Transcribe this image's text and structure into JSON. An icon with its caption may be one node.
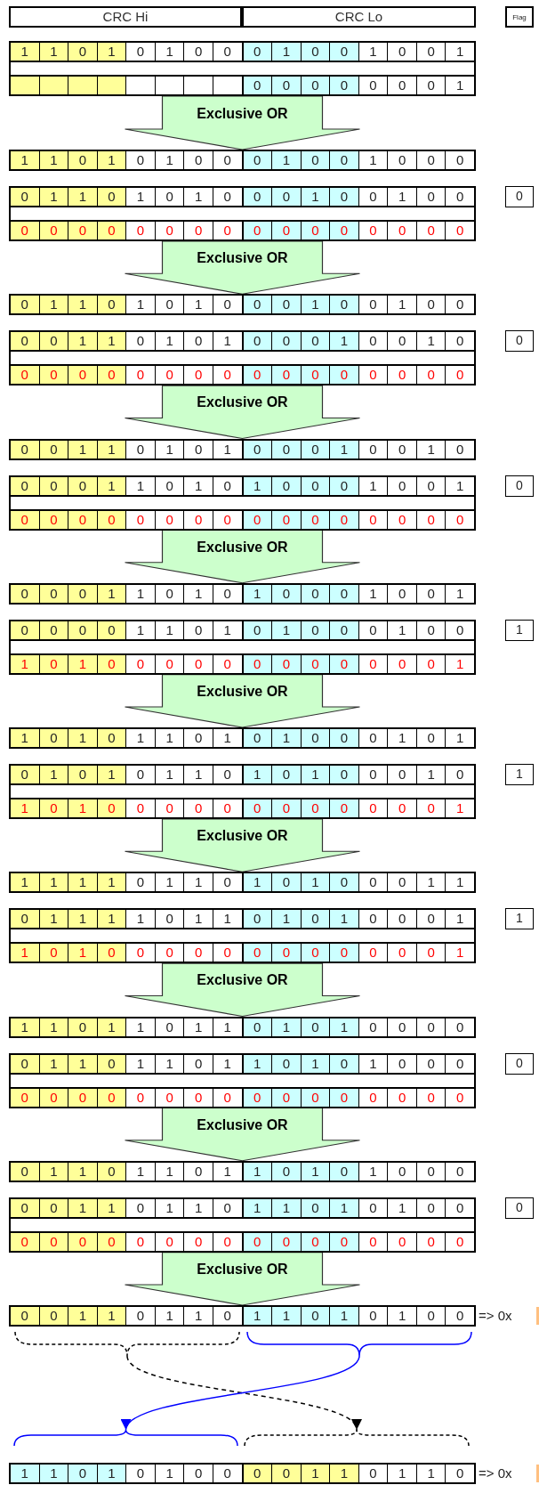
{
  "diagram": {
    "nodes": [
      {
        "text": [
          "CRC Hi"
        ]
      },
      {
        "text": [
          "CRC Lo"
        ]
      },
      {
        "text": [
          "Flag"
        ]
      },
      {
        "text": [
          "1",
          "1",
          "0",
          "1",
          "0",
          "1",
          "0",
          "0",
          "0",
          "1",
          "0",
          "0",
          "1",
          "0",
          "0",
          "1"
        ]
      },
      {
        "text": [
          "0",
          "0",
          "0",
          "0",
          "0",
          "0",
          "0",
          "1"
        ]
      },
      {
        "text": [
          "1",
          "1",
          "0",
          "1",
          "0",
          "1",
          "0",
          "0",
          "0",
          "1",
          "0",
          "0",
          "1",
          "0",
          "0",
          "0"
        ]
      },
      {
        "text": [
          "0",
          "1",
          "1",
          "0",
          "1",
          "0",
          "1",
          "0",
          "0",
          "0",
          "1",
          "0",
          "0",
          "1",
          "0",
          "0"
        ]
      },
      {
        "text": [
          "0"
        ]
      },
      {
        "text": [
          "0",
          "0",
          "0",
          "0",
          "0",
          "0",
          "0",
          "0",
          "0",
          "0",
          "0",
          "0",
          "0",
          "0",
          "0",
          "0"
        ]
      },
      {
        "text": [
          "0",
          "1",
          "1",
          "0",
          "1",
          "0",
          "1",
          "0",
          "0",
          "0",
          "1",
          "0",
          "0",
          "1",
          "0",
          "0"
        ]
      },
      {
        "text": [
          "0",
          "0",
          "1",
          "1",
          "0",
          "1",
          "0",
          "1",
          "0",
          "0",
          "0",
          "1",
          "0",
          "0",
          "1",
          "0"
        ]
      },
      {
        "text": [
          "0"
        ]
      },
      {
        "text": [
          "0",
          "0",
          "0",
          "0",
          "0",
          "0",
          "0",
          "0",
          "0",
          "0",
          "0",
          "0",
          "0",
          "0",
          "0",
          "0"
        ]
      },
      {
        "text": [
          "0",
          "0",
          "1",
          "1",
          "0",
          "1",
          "0",
          "1",
          "0",
          "0",
          "0",
          "1",
          "0",
          "0",
          "1",
          "0"
        ]
      },
      {
        "text": [
          "0",
          "0",
          "0",
          "1",
          "1",
          "0",
          "1",
          "0",
          "1",
          "0",
          "0",
          "0",
          "1",
          "0",
          "0",
          "1"
        ]
      },
      {
        "text": [
          "0"
        ]
      },
      {
        "text": [
          "0",
          "0",
          "0",
          "0",
          "0",
          "0",
          "0",
          "0",
          "0",
          "0",
          "0",
          "0",
          "0",
          "0",
          "0",
          "0"
        ]
      },
      {
        "text": [
          "0",
          "0",
          "0",
          "1",
          "1",
          "0",
          "1",
          "0",
          "1",
          "0",
          "0",
          "0",
          "1",
          "0",
          "0",
          "1"
        ]
      },
      {
        "text": [
          "0",
          "0",
          "0",
          "0",
          "1",
          "1",
          "0",
          "1",
          "0",
          "1",
          "0",
          "0",
          "0",
          "1",
          "0",
          "0"
        ]
      },
      {
        "text": [
          "1"
        ]
      },
      {
        "text": [
          "1",
          "0",
          "1",
          "0",
          "0",
          "0",
          "0",
          "0",
          "0",
          "0",
          "0",
          "0",
          "0",
          "0",
          "0",
          "1"
        ]
      },
      {
        "text": [
          "1",
          "0",
          "1",
          "0",
          "1",
          "1",
          "0",
          "1",
          "0",
          "1",
          "0",
          "0",
          "0",
          "1",
          "0",
          "1"
        ]
      },
      {
        "text": [
          "0",
          "1",
          "0",
          "1",
          "0",
          "1",
          "1",
          "0",
          "1",
          "0",
          "1",
          "0",
          "0",
          "0",
          "1",
          "0"
        ]
      },
      {
        "text": [
          "1"
        ]
      },
      {
        "text": [
          "1",
          "0",
          "1",
          "0",
          "0",
          "0",
          "0",
          "0",
          "0",
          "0",
          "0",
          "0",
          "0",
          "0",
          "0",
          "1"
        ]
      },
      {
        "text": [
          "1",
          "1",
          "1",
          "1",
          "0",
          "1",
          "1",
          "0",
          "1",
          "0",
          "1",
          "0",
          "0",
          "0",
          "1",
          "1"
        ]
      },
      {
        "text": [
          "0",
          "1",
          "1",
          "1",
          "1",
          "0",
          "1",
          "1",
          "0",
          "1",
          "0",
          "1",
          "0",
          "0",
          "0",
          "1"
        ]
      },
      {
        "text": [
          "1"
        ]
      },
      {
        "text": [
          "1",
          "0",
          "1",
          "0",
          "0",
          "0",
          "0",
          "0",
          "0",
          "0",
          "0",
          "0",
          "0",
          "0",
          "0",
          "1"
        ]
      },
      {
        "text": [
          "1",
          "1",
          "0",
          "1",
          "1",
          "0",
          "1",
          "1",
          "0",
          "1",
          "0",
          "1",
          "0",
          "0",
          "0",
          "0"
        ]
      },
      {
        "text": [
          "0",
          "1",
          "1",
          "0",
          "1",
          "1",
          "0",
          "1",
          "1",
          "0",
          "1",
          "0",
          "1",
          "0",
          "0",
          "0"
        ]
      },
      {
        "text": [
          "0"
        ]
      },
      {
        "text": [
          "0",
          "0",
          "0",
          "0",
          "0",
          "0",
          "0",
          "0",
          "0",
          "0",
          "0",
          "0",
          "0",
          "0",
          "0",
          "0"
        ]
      },
      {
        "text": [
          "0",
          "1",
          "1",
          "0",
          "1",
          "1",
          "0",
          "1",
          "1",
          "0",
          "1",
          "0",
          "1",
          "0",
          "0",
          "0"
        ]
      },
      {
        "text": [
          "0",
          "0",
          "1",
          "1",
          "0",
          "1",
          "1",
          "0",
          "1",
          "1",
          "0",
          "1",
          "0",
          "1",
          "0",
          "0"
        ]
      },
      {
        "text": [
          "0"
        ]
      },
      {
        "text": [
          "0",
          "0",
          "0",
          "0",
          "0",
          "0",
          "0",
          "0",
          "0",
          "0",
          "0",
          "0",
          "0",
          "0",
          "0",
          "0"
        ]
      },
      {
        "text": [
          "0",
          "0",
          "1",
          "1",
          "0",
          "1",
          "1",
          "0",
          "1",
          "1",
          "0",
          "1",
          "0",
          "1",
          "0",
          "0"
        ],
        "beside": [
          "=> 0x"
        ]
      },
      {
        "text": [],
        "shape": "brace"
      },
      {
        "text": [],
        "shape": "brace"
      },
      {
        "text": [],
        "shape": "brace"
      },
      {
        "text": [],
        "shape": "brace"
      },
      {
        "text": [
          "1",
          "1",
          "0",
          "1",
          "0",
          "1",
          "0",
          "0",
          "0",
          "0",
          "1",
          "1",
          "0",
          "1",
          "1",
          "0"
        ],
        "beside": [
          "=> 0x"
        ]
      }
    ],
    "edges": [
      {
        "from": 4,
        "to": 5,
        "arrow": "to",
        "label": "Exclusive OR",
        "style": "thick"
      },
      {
        "from": 8,
        "to": 9,
        "arrow": "to",
        "label": "Exclusive OR",
        "style": "thick"
      },
      {
        "from": 12,
        "to": 13,
        "arrow": "to",
        "label": "Exclusive OR",
        "style": "thick"
      },
      {
        "from": 16,
        "to": 17,
        "arrow": "to",
        "label": "Exclusive OR",
        "style": "thick"
      },
      {
        "from": 20,
        "to": 21,
        "arrow": "to",
        "label": "Exclusive OR",
        "style": "thick"
      },
      {
        "from": 24,
        "to": 25,
        "arrow": "to",
        "label": "Exclusive OR",
        "style": "thick"
      },
      {
        "from": 28,
        "to": 29,
        "arrow": "to",
        "label": "Exclusive OR",
        "style": "thick"
      },
      {
        "from": 32,
        "to": 33,
        "arrow": "to",
        "label": "Exclusive OR",
        "style": "thick"
      },
      {
        "from": 36,
        "to": 37,
        "arrow": "to",
        "label": "Exclusive OR",
        "style": "thick"
      },
      {
        "from": 38,
        "to": 41,
        "arrow": "to",
        "style": "dashed",
        "color": "#000000"
      },
      {
        "from": 39,
        "to": 40,
        "arrow": "to",
        "color": "#0000ff"
      }
    ]
  }
}
